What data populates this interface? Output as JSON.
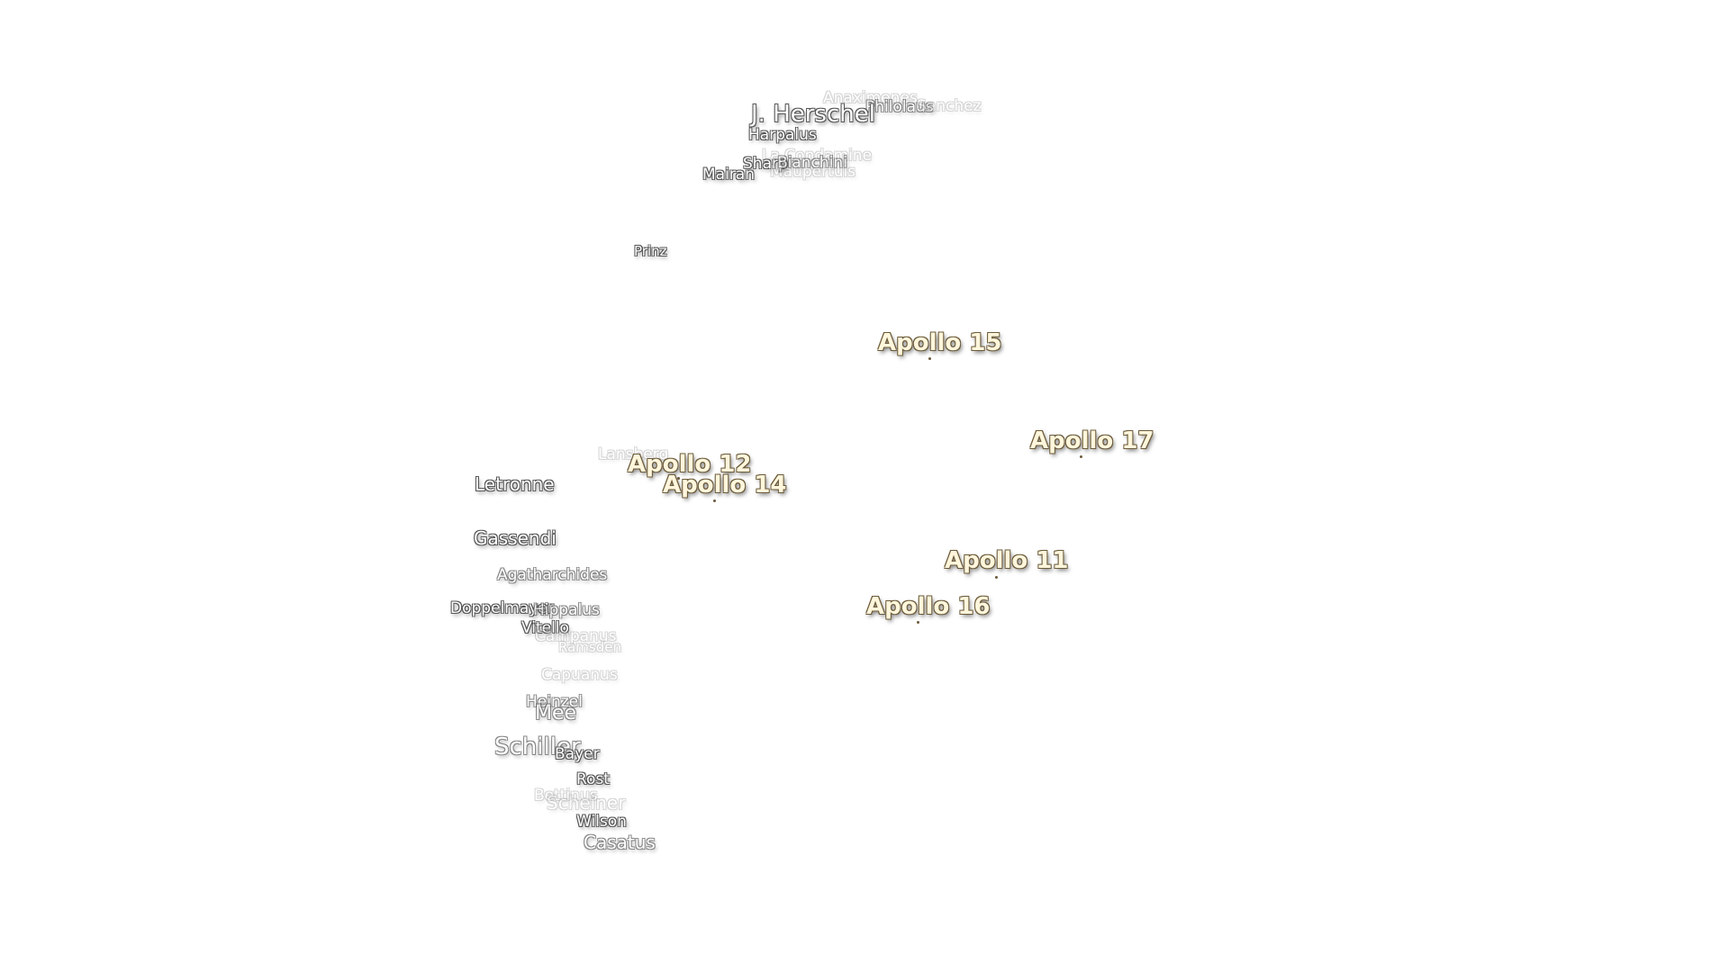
{
  "craters": [
    {
      "id": "anaximenes",
      "name": "Anaximenes"
    },
    {
      "id": "philolaus",
      "name": "Philolaus"
    },
    {
      "id": "sanchez",
      "name": "Sanchez"
    },
    {
      "id": "j-herschel",
      "name": "J. Herschel"
    },
    {
      "id": "harpalus",
      "name": "Harpalus"
    },
    {
      "id": "la-condamine",
      "name": "La Condamine"
    },
    {
      "id": "sharp",
      "name": "Sharp"
    },
    {
      "id": "bianchini",
      "name": "Bianchini"
    },
    {
      "id": "maupertuis",
      "name": "Maupertuis"
    },
    {
      "id": "mairan",
      "name": "Mairan"
    },
    {
      "id": "prinz",
      "name": "Prinz"
    },
    {
      "id": "lansberg",
      "name": "Lansberg"
    },
    {
      "id": "letronne",
      "name": "Letronne"
    },
    {
      "id": "gassendi",
      "name": "Gassendi"
    },
    {
      "id": "agatharchides",
      "name": "Agatharchides"
    },
    {
      "id": "doppelmayer",
      "name": "Doppelmayer"
    },
    {
      "id": "hippalus",
      "name": "Hippalus"
    },
    {
      "id": "vitello",
      "name": "Vitello"
    },
    {
      "id": "campanus",
      "name": "Campanus"
    },
    {
      "id": "ramsden",
      "name": "Ramsden"
    },
    {
      "id": "capuanus",
      "name": "Capuanus"
    },
    {
      "id": "heinzel",
      "name": "Heinzel"
    },
    {
      "id": "mee",
      "name": "Mee"
    },
    {
      "id": "schiller",
      "name": "Schiller"
    },
    {
      "id": "bayer",
      "name": "Bayer"
    },
    {
      "id": "rost",
      "name": "Rost"
    },
    {
      "id": "bettinus",
      "name": "Bettinus"
    },
    {
      "id": "scheiner",
      "name": "Scheiner"
    },
    {
      "id": "wilson",
      "name": "Wilson"
    },
    {
      "id": "casatus",
      "name": "Casatus"
    }
  ],
  "landing_sites": [
    {
      "id": "apollo-15",
      "name": "Apollo 15"
    },
    {
      "id": "apollo-17",
      "name": "Apollo 17"
    },
    {
      "id": "apollo-12",
      "name": "Apollo 12"
    },
    {
      "id": "apollo-14",
      "name": "Apollo 14"
    },
    {
      "id": "apollo-11",
      "name": "Apollo 11"
    },
    {
      "id": "apollo-16",
      "name": "Apollo 16"
    }
  ]
}
